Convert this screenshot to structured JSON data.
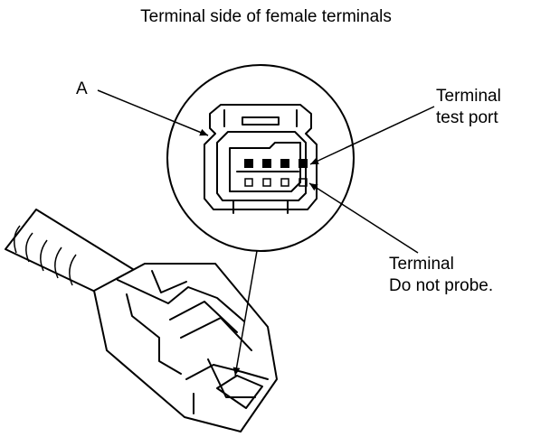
{
  "diagram": {
    "title": "Terminal side of female terminals",
    "labels": {
      "a": "A",
      "test_port_line1": "Terminal",
      "test_port_line2": "test port",
      "terminal_line1": "Terminal",
      "terminal_line2": "Do not probe."
    },
    "connector": {
      "test_ports": 4,
      "terminals": 4
    }
  }
}
